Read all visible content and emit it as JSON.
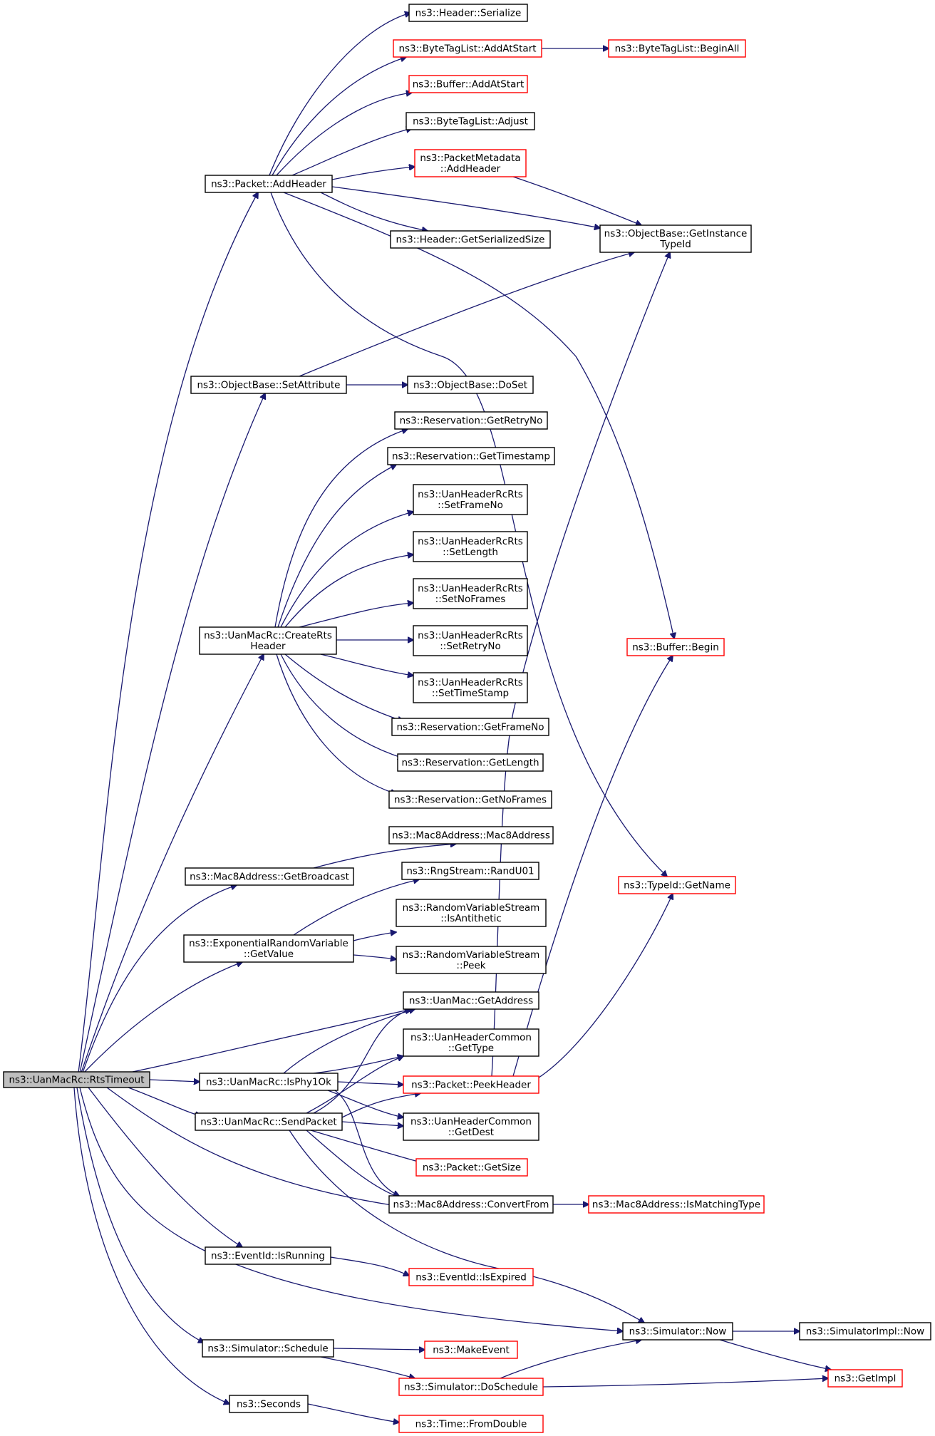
{
  "graph": {
    "colors": {
      "edge": "#191970",
      "node_border": "#000000",
      "node_border_incomplete": "#ff0000",
      "root_fill": "#bfbfbf",
      "node_fill": "#ffffff"
    },
    "nodes": [
      {
        "id": "root",
        "lines": [
          "ns3::UanMacRc::RtsTimeout"
        ],
        "style": "root"
      },
      {
        "id": "addheader",
        "lines": [
          "ns3::Packet::AddHeader"
        ],
        "style": "black"
      },
      {
        "id": "setattribute",
        "lines": [
          "ns3::ObjectBase::SetAttribute"
        ],
        "style": "black"
      },
      {
        "id": "creatrts",
        "lines": [
          "ns3::UanMacRc::CreateRts",
          "Header"
        ],
        "style": "black"
      },
      {
        "id": "getbroadcast",
        "lines": [
          "ns3::Mac8Address::GetBroadcast"
        ],
        "style": "black"
      },
      {
        "id": "expgetvalue",
        "lines": [
          "ns3::ExponentialRandomVariable",
          "::GetValue"
        ],
        "style": "black"
      },
      {
        "id": "isphy1ok",
        "lines": [
          "ns3::UanMacRc::IsPhy1Ok"
        ],
        "style": "black"
      },
      {
        "id": "sendpacket",
        "lines": [
          "ns3::UanMacRc::SendPacket"
        ],
        "style": "black"
      },
      {
        "id": "isrunning",
        "lines": [
          "ns3::EventId::IsRunning"
        ],
        "style": "black"
      },
      {
        "id": "schedule",
        "lines": [
          "ns3::Simulator::Schedule"
        ],
        "style": "black"
      },
      {
        "id": "seconds",
        "lines": [
          "ns3::Seconds"
        ],
        "style": "black"
      },
      {
        "id": "hserialize",
        "lines": [
          "ns3::Header::Serialize"
        ],
        "style": "black"
      },
      {
        "id": "btladdatstart",
        "lines": [
          "ns3::ByteTagList::AddAtStart"
        ],
        "style": "red"
      },
      {
        "id": "btlbeginall",
        "lines": [
          "ns3::ByteTagList::BeginAll"
        ],
        "style": "red"
      },
      {
        "id": "bufaddatstart",
        "lines": [
          "ns3::Buffer::AddAtStart"
        ],
        "style": "red"
      },
      {
        "id": "btladjust",
        "lines": [
          "ns3::ByteTagList::Adjust"
        ],
        "style": "black"
      },
      {
        "id": "pmaddheader",
        "lines": [
          "ns3::PacketMetadata",
          "::AddHeader"
        ],
        "style": "red"
      },
      {
        "id": "hgetsersize",
        "lines": [
          "ns3::Header::GetSerializedSize"
        ],
        "style": "black"
      },
      {
        "id": "getinstancetypeid",
        "lines": [
          "ns3::ObjectBase::GetInstance",
          "TypeId"
        ],
        "style": "black"
      },
      {
        "id": "doset",
        "lines": [
          "ns3::ObjectBase::DoSet"
        ],
        "style": "black"
      },
      {
        "id": "rgetretryno",
        "lines": [
          "ns3::Reservation::GetRetryNo"
        ],
        "style": "black"
      },
      {
        "id": "rgettimestamp",
        "lines": [
          "ns3::Reservation::GetTimestamp"
        ],
        "style": "black"
      },
      {
        "id": "hsetframeno",
        "lines": [
          "ns3::UanHeaderRcRts",
          "::SetFrameNo"
        ],
        "style": "black"
      },
      {
        "id": "hsetlength",
        "lines": [
          "ns3::UanHeaderRcRts",
          "::SetLength"
        ],
        "style": "black"
      },
      {
        "id": "hsetnoframes",
        "lines": [
          "ns3::UanHeaderRcRts",
          "::SetNoFrames"
        ],
        "style": "black"
      },
      {
        "id": "hsetretryno",
        "lines": [
          "ns3::UanHeaderRcRts",
          "::SetRetryNo"
        ],
        "style": "black"
      },
      {
        "id": "hsettimestamp",
        "lines": [
          "ns3::UanHeaderRcRts",
          "::SetTimeStamp"
        ],
        "style": "black"
      },
      {
        "id": "rgetframeno",
        "lines": [
          "ns3::Reservation::GetFrameNo"
        ],
        "style": "black"
      },
      {
        "id": "rgetlength",
        "lines": [
          "ns3::Reservation::GetLength"
        ],
        "style": "black"
      },
      {
        "id": "rgetnoframes",
        "lines": [
          "ns3::Reservation::GetNoFrames"
        ],
        "style": "black"
      },
      {
        "id": "bufbegin",
        "lines": [
          "ns3::Buffer::Begin"
        ],
        "style": "red"
      },
      {
        "id": "mac8ctor",
        "lines": [
          "ns3::Mac8Address::Mac8Address"
        ],
        "style": "black"
      },
      {
        "id": "randu01",
        "lines": [
          "ns3::RngStream::RandU01"
        ],
        "style": "black"
      },
      {
        "id": "isantithetic",
        "lines": [
          "ns3::RandomVariableStream",
          "::IsAntithetic"
        ],
        "style": "black"
      },
      {
        "id": "peek",
        "lines": [
          "ns3::RandomVariableStream",
          "::Peek"
        ],
        "style": "black"
      },
      {
        "id": "typeidgetname",
        "lines": [
          "ns3::TypeId::GetName"
        ],
        "style": "red"
      },
      {
        "id": "uanmacgetaddress",
        "lines": [
          "ns3::UanMac::GetAddress"
        ],
        "style": "black"
      },
      {
        "id": "hcgettype",
        "lines": [
          "ns3::UanHeaderCommon",
          "::GetType"
        ],
        "style": "black"
      },
      {
        "id": "peekheader",
        "lines": [
          "ns3::Packet::PeekHeader"
        ],
        "style": "red"
      },
      {
        "id": "hcgetdest",
        "lines": [
          "ns3::UanHeaderCommon",
          "::GetDest"
        ],
        "style": "black"
      },
      {
        "id": "pgetsize",
        "lines": [
          "ns3::Packet::GetSize"
        ],
        "style": "red"
      },
      {
        "id": "convertfrom",
        "lines": [
          "ns3::Mac8Address::ConvertFrom"
        ],
        "style": "black"
      },
      {
        "id": "ismatchingtype",
        "lines": [
          "ns3::Mac8Address::IsMatchingType"
        ],
        "style": "red"
      },
      {
        "id": "isexpired",
        "lines": [
          "ns3::EventId::IsExpired"
        ],
        "style": "red"
      },
      {
        "id": "simnow",
        "lines": [
          "ns3::Simulator::Now"
        ],
        "style": "black"
      },
      {
        "id": "simimplnow",
        "lines": [
          "ns3::SimulatorImpl::Now"
        ],
        "style": "black"
      },
      {
        "id": "makeevent",
        "lines": [
          "ns3::MakeEvent"
        ],
        "style": "red"
      },
      {
        "id": "doschedule",
        "lines": [
          "ns3::Simulator::DoSchedule"
        ],
        "style": "red"
      },
      {
        "id": "getimpl",
        "lines": [
          "ns3::GetImpl"
        ],
        "style": "red"
      },
      {
        "id": "fromdouble",
        "lines": [
          "ns3::Time::FromDouble"
        ],
        "style": "red"
      }
    ],
    "edges": [
      {
        "from": "root",
        "to": "addheader"
      },
      {
        "from": "root",
        "to": "setattribute"
      },
      {
        "from": "root",
        "to": "creatrts"
      },
      {
        "from": "root",
        "to": "getbroadcast"
      },
      {
        "from": "root",
        "to": "expgetvalue"
      },
      {
        "from": "root",
        "to": "uanmacgetaddress"
      },
      {
        "from": "root",
        "to": "isphy1ok"
      },
      {
        "from": "root",
        "to": "sendpacket"
      },
      {
        "from": "root",
        "to": "convertfrom"
      },
      {
        "from": "root",
        "to": "isrunning"
      },
      {
        "from": "root",
        "to": "simnow"
      },
      {
        "from": "root",
        "to": "schedule"
      },
      {
        "from": "root",
        "to": "seconds"
      },
      {
        "from": "addheader",
        "to": "hserialize"
      },
      {
        "from": "addheader",
        "to": "btladdatstart"
      },
      {
        "from": "addheader",
        "to": "bufaddatstart"
      },
      {
        "from": "addheader",
        "to": "btladjust"
      },
      {
        "from": "addheader",
        "to": "pmaddheader"
      },
      {
        "from": "addheader",
        "to": "getinstancetypeid"
      },
      {
        "from": "addheader",
        "to": "hgetsersize"
      },
      {
        "from": "addheader",
        "to": "bufbegin"
      },
      {
        "from": "addheader",
        "to": "typeidgetname"
      },
      {
        "from": "btladdatstart",
        "to": "btlbeginall"
      },
      {
        "from": "pmaddheader",
        "to": "getinstancetypeid"
      },
      {
        "from": "setattribute",
        "to": "getinstancetypeid"
      },
      {
        "from": "setattribute",
        "to": "doset"
      },
      {
        "from": "creatrts",
        "to": "rgetretryno"
      },
      {
        "from": "creatrts",
        "to": "rgettimestamp"
      },
      {
        "from": "creatrts",
        "to": "hsetframeno"
      },
      {
        "from": "creatrts",
        "to": "hsetlength"
      },
      {
        "from": "creatrts",
        "to": "hsetnoframes"
      },
      {
        "from": "creatrts",
        "to": "hsetretryno"
      },
      {
        "from": "creatrts",
        "to": "hsettimestamp"
      },
      {
        "from": "creatrts",
        "to": "rgetframeno"
      },
      {
        "from": "creatrts",
        "to": "rgetlength"
      },
      {
        "from": "creatrts",
        "to": "rgetnoframes"
      },
      {
        "from": "getbroadcast",
        "to": "mac8ctor"
      },
      {
        "from": "expgetvalue",
        "to": "randu01"
      },
      {
        "from": "expgetvalue",
        "to": "isantithetic"
      },
      {
        "from": "expgetvalue",
        "to": "peek"
      },
      {
        "from": "isphy1ok",
        "to": "uanmacgetaddress"
      },
      {
        "from": "isphy1ok",
        "to": "hcgettype"
      },
      {
        "from": "isphy1ok",
        "to": "peekheader"
      },
      {
        "from": "isphy1ok",
        "to": "hcgetdest"
      },
      {
        "from": "isphy1ok",
        "to": "convertfrom"
      },
      {
        "from": "sendpacket",
        "to": "uanmacgetaddress"
      },
      {
        "from": "sendpacket",
        "to": "hcgettype"
      },
      {
        "from": "sendpacket",
        "to": "peekheader"
      },
      {
        "from": "sendpacket",
        "to": "hcgetdest"
      },
      {
        "from": "sendpacket",
        "to": "pgetsize"
      },
      {
        "from": "sendpacket",
        "to": "convertfrom"
      },
      {
        "from": "sendpacket",
        "to": "simnow"
      },
      {
        "from": "peekheader",
        "to": "getinstancetypeid"
      },
      {
        "from": "peekheader",
        "to": "bufbegin"
      },
      {
        "from": "peekheader",
        "to": "typeidgetname"
      },
      {
        "from": "convertfrom",
        "to": "ismatchingtype"
      },
      {
        "from": "isrunning",
        "to": "isexpired"
      },
      {
        "from": "schedule",
        "to": "makeevent"
      },
      {
        "from": "schedule",
        "to": "doschedule"
      },
      {
        "from": "doschedule",
        "to": "simnow"
      },
      {
        "from": "doschedule",
        "to": "getimpl"
      },
      {
        "from": "simnow",
        "to": "simimplnow"
      },
      {
        "from": "simnow",
        "to": "getimpl"
      },
      {
        "from": "seconds",
        "to": "fromdouble"
      }
    ]
  }
}
